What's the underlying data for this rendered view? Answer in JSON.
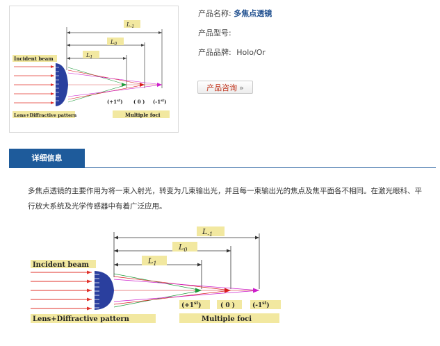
{
  "product": {
    "name_label": "产品名称:",
    "name_value": "多焦点透镜",
    "model_label": "产品型号:",
    "model_value": "",
    "brand_label": "产品品牌:",
    "brand_value": "Holo/Or",
    "consult_button": "产品咨询",
    "consult_arrow": "»"
  },
  "tabs": {
    "details": "详细信息"
  },
  "description": "多焦点透镜的主要作用为将一束入射光，转变为几束输出光，并且每一束输出光的焦点及焦平面各不相同。在激光眼科、平行放大系统及光学传感器中有着广泛应用。",
  "diagram": {
    "incident_beam": "Incident beam",
    "lens_label": "Lens+Diffractive pattern",
    "multiple_foci": "Multiple foci",
    "L1": "L",
    "L1_sub": "1",
    "L0": "L",
    "L0_sub": "0",
    "Lm1": "L",
    "Lm1_sub": "-1",
    "order_p1": "(+1",
    "order_p1_sup": "st",
    "order_0": "( 0 )",
    "order_m1": "(-1",
    "order_m1_sup": "st",
    "colors": {
      "rays": "#e0302a",
      "lens": "#2a3f9e",
      "focus_p1": "#1f9a3a",
      "focus_0": "#d81c1c",
      "focus_m1": "#cc1fcc",
      "label_bg": "#f2e8a0",
      "dim_line": "#333333"
    }
  }
}
